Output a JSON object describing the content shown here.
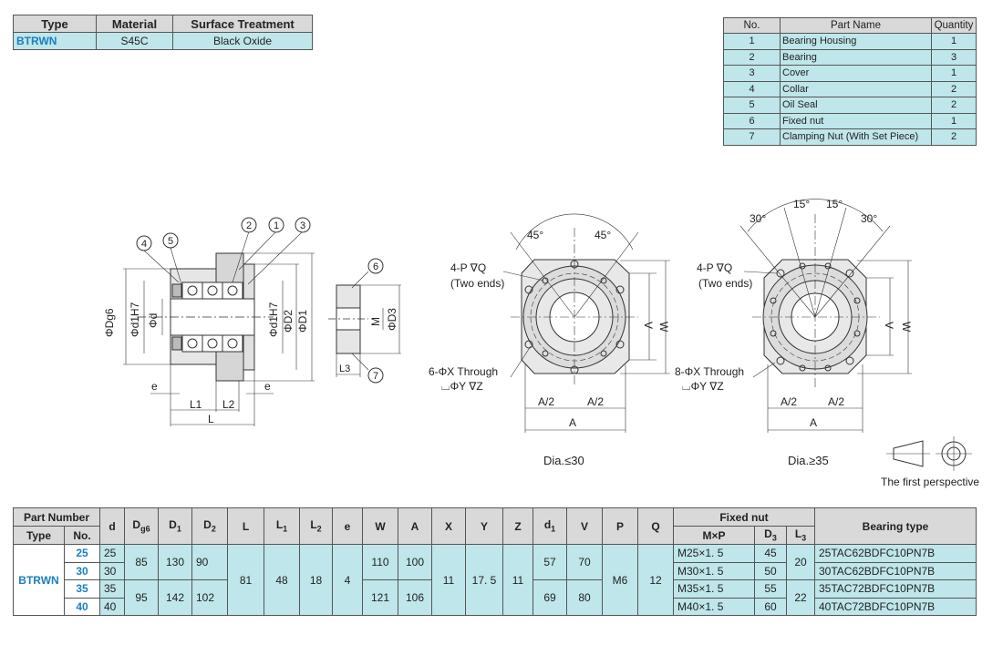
{
  "spec_table": {
    "headers": [
      "Type",
      "Material",
      "Surface Treatment"
    ],
    "row": [
      "BTRWN",
      "S45C",
      "Black Oxide"
    ]
  },
  "parts_table": {
    "headers": [
      "No.",
      "Part Name",
      "Quantity"
    ],
    "rows": [
      [
        "1",
        "Bearing Housing",
        "1"
      ],
      [
        "2",
        "Bearing",
        "3"
      ],
      [
        "3",
        "Cover",
        "1"
      ],
      [
        "4",
        "Collar",
        "2"
      ],
      [
        "5",
        "Oil Seal",
        "2"
      ],
      [
        "6",
        "Fixed nut",
        "1"
      ],
      [
        "7",
        "Clamping Nut (With Set Piece)",
        "2"
      ]
    ]
  },
  "drawing": {
    "balloons": [
      "1",
      "2",
      "3",
      "4",
      "5",
      "6",
      "7"
    ],
    "side_labels": [
      "ΦDg6",
      "Φd1H7",
      "Φd",
      "Φd1H7",
      "ΦD2",
      "ΦD1"
    ],
    "bottom_labels": [
      "e",
      "e",
      "L1",
      "L2",
      "L"
    ],
    "nut_labels": [
      "M",
      "ΦD3",
      "L3"
    ],
    "tap_label": "4-P ∇Q",
    "tap_note": "(Two ends)",
    "angle_45": "45°",
    "angle_30": "30°",
    "angle_15": "15°",
    "through_label_small": "6-ΦX Through",
    "through_label_large": "8-ΦX Through",
    "cbore_label": "⌴ΦY ∇Z",
    "dim_v": "V",
    "dim_w": "W",
    "dim_half": "A/2",
    "dim_a": "A",
    "caption_small": "Dia.≤30",
    "caption_large": "Dia.≥35",
    "perspective": "The first perspective"
  },
  "dim_table": {
    "h_part_number": "Part Number",
    "h_type": "Type",
    "h_no": "No.",
    "h_d": "d",
    "h_dg6": "D",
    "h_dg6_sub": "g6",
    "h_d1": "D",
    "h_d1_sub": "1",
    "h_d2": "D",
    "h_d2_sub": "2",
    "h_L": "L",
    "h_L1": "L",
    "h_L1_sub": "1",
    "h_L2": "L",
    "h_L2_sub": "2",
    "h_e": "e",
    "h_W": "W",
    "h_A": "A",
    "h_X": "X",
    "h_Y": "Y",
    "h_Z": "Z",
    "h_sd1": "d",
    "h_sd1_sub": "1",
    "h_V": "V",
    "h_P": "P",
    "h_Q": "Q",
    "h_fixed_nut": "Fixed nut",
    "h_mxp": "M×P",
    "h_D3": "D",
    "h_D3_sub": "3",
    "h_L3": "L",
    "h_L3_sub": "3",
    "h_bearing": "Bearing type",
    "type": "BTRWN",
    "nos": [
      "25",
      "30",
      "35",
      "40"
    ],
    "d": [
      "25",
      "30",
      "35",
      "40"
    ],
    "dg6": [
      "85",
      "95"
    ],
    "D1": [
      "130",
      "142"
    ],
    "D2": [
      "90",
      "102"
    ],
    "L": "81",
    "L1": "48",
    "L2": "18",
    "e": "4",
    "W": [
      "110",
      "121"
    ],
    "A": [
      "100",
      "106"
    ],
    "X": "11",
    "Y": "17. 5",
    "Z": "11",
    "d1": [
      "57",
      "69"
    ],
    "V": [
      "70",
      "80"
    ],
    "P": "M6",
    "Q": "12",
    "mxp": [
      "M25×1. 5",
      "M30×1. 5",
      "M35×1. 5",
      "M40×1. 5"
    ],
    "D3": [
      "45",
      "50",
      "55",
      "60"
    ],
    "L3": [
      "20",
      "22"
    ],
    "bearing": [
      "25TAC62BDFC10PN7B",
      "30TAC62BDFC10PN7B",
      "35TAC72BDFC10PN7B",
      "40TAC72BDFC10PN7B"
    ]
  }
}
